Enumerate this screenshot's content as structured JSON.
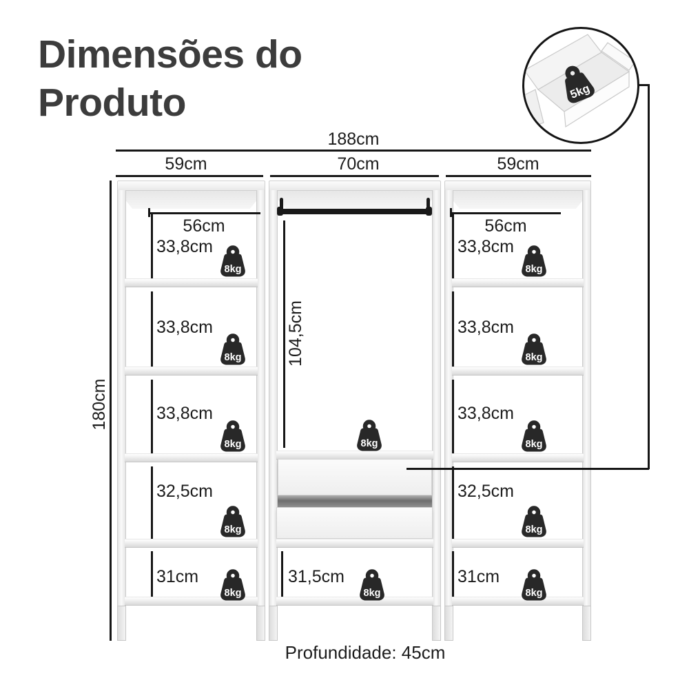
{
  "title": {
    "line1": "Dimensões do",
    "line2": "Produto"
  },
  "callout_inset": {
    "weight": "5kg"
  },
  "overall": {
    "width_label": "188cm",
    "height_label": "180cm",
    "depth_label": "Profundidade: 45cm"
  },
  "top_widths": {
    "left": "59cm",
    "middle": "70cm",
    "right": "59cm"
  },
  "left_column": {
    "inner_width": "56cm",
    "sections": [
      {
        "height": "33,8cm",
        "weight": "8kg"
      },
      {
        "height": "33,8cm",
        "weight": "8kg"
      },
      {
        "height": "33,8cm",
        "weight": "8kg"
      },
      {
        "height": "32,5cm",
        "weight": "8kg"
      },
      {
        "height": "31cm",
        "weight": "8kg"
      }
    ]
  },
  "middle_column": {
    "hanging_height": "104,5cm",
    "hanging_weight": "8kg",
    "bottom_height": "31,5cm",
    "bottom_weight": "8kg"
  },
  "right_column": {
    "inner_width": "56cm",
    "sections": [
      {
        "height": "33,8cm",
        "weight": "8kg"
      },
      {
        "height": "33,8cm",
        "weight": "8kg"
      },
      {
        "height": "33,8cm",
        "weight": "8kg"
      },
      {
        "height": "32,5cm",
        "weight": "8kg"
      },
      {
        "height": "31cm",
        "weight": "8kg"
      }
    ]
  },
  "colors": {
    "title": "#3c3c3c",
    "dimension_line": "#161616",
    "weight_fill": "#282828",
    "weight_text": "#ffffff",
    "furniture_edge": "#cfcfcf",
    "furniture_face": "#f2f2f2",
    "background": "#ffffff"
  }
}
